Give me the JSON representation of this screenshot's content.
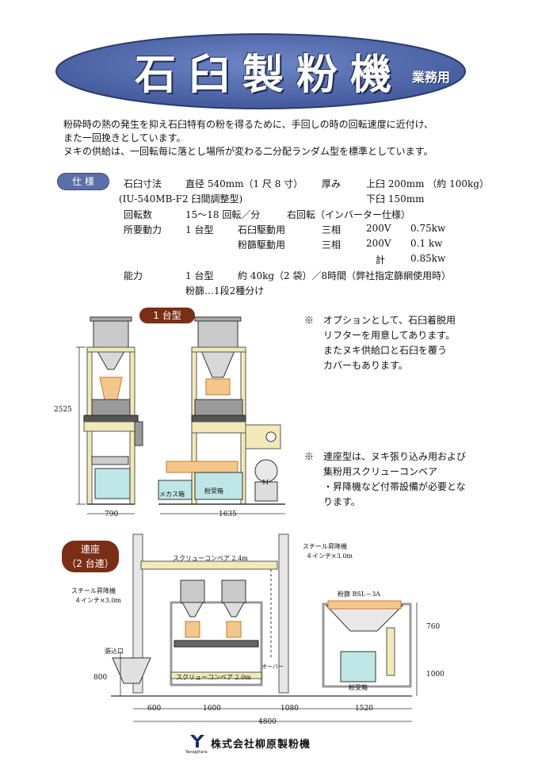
{
  "title": {
    "main": "石臼製粉機",
    "sub": "業務用"
  },
  "intro": {
    "line1": "粉砕時の熱の発生を抑え石臼特有の粉を得るために、手回しの時の回転速度に近付け、",
    "line2": "また一回挽きとしています。",
    "line3": "ヌキの供給は、一回転毎に落とし場所が変わる二分配ランダム型を標準としています。"
  },
  "spec": {
    "badge": "仕 様",
    "r1": {
      "a": "石臼寸法",
      "b": "直径 540mm（1 尺 8 寸）",
      "c": "厚み",
      "d": "上臼 200mm （約 100kg）"
    },
    "r2": {
      "a": "(IU-540MB-F2  臼間調整型)",
      "d": "下臼 150mm"
    },
    "r3": {
      "a": "回転数",
      "b": "15～18 回転／分",
      "c": "右回転（インバーター仕様）"
    },
    "r4": {
      "a": "所要動力",
      "b": "1 台型",
      "c": "石臼駆動用",
      "d": "三相",
      "e": "200V",
      "f": "0.75kw"
    },
    "r5": {
      "c": "粉篩駆動用",
      "d": "三相",
      "e": "200V",
      "f": "0.1  kw"
    },
    "r6": {
      "e": "計",
      "f": "0.85kw"
    },
    "r7": {
      "a": "能力",
      "b": "1 台型",
      "c": "約 40kg（2 袋）／8時間（弊社指定篩網使用時）"
    },
    "r8": {
      "b": "粉篩…1段2種分け"
    }
  },
  "single": {
    "badge": "1 台型",
    "height": "2525",
    "width_front": "790",
    "width_side": "1635",
    "box_left": "メカス箱",
    "box_right": "粉受箱",
    "motor": "M"
  },
  "notes": {
    "n1": [
      "※　オプションとして、石臼着脱用",
      "　　リフターを用意してあります。",
      "　　またヌキ供給口と石臼を覆う",
      "　　カバーもあります。"
    ],
    "n2": [
      "※　連座型は、ヌキ張り込み用および",
      "　　集粉用スクリューコンベア",
      "　　・昇降機など付帯設備が必要とな",
      "　　ります。"
    ]
  },
  "double": {
    "badge_line1": "連座",
    "badge_line2": "（2 台連）",
    "conveyor_top": "スクリューコンベア 2.4m",
    "conveyor_bottom": "スクリューコンベア 2.0m",
    "elevator_left_1": "スチール昇降機",
    "elevator_left_2": "４インチ×3.0m",
    "elevator_right_1": "スチール昇降機",
    "elevator_right_2": "４インチ×3.0m",
    "hopper": "張込口",
    "sieve": "粉篩 BSL－3A",
    "box": "粉受箱",
    "overflow": "オーバー",
    "dim_800": "800",
    "dim_760": "760",
    "dim_1000": "1000",
    "dim_600": "600",
    "dim_1600": "1600",
    "dim_1080": "1080",
    "dim_1520": "1520",
    "dim_4800": "4800"
  },
  "footer": {
    "logo_text": "Yanagihara",
    "company": "株式会社柳原製粉機"
  }
}
